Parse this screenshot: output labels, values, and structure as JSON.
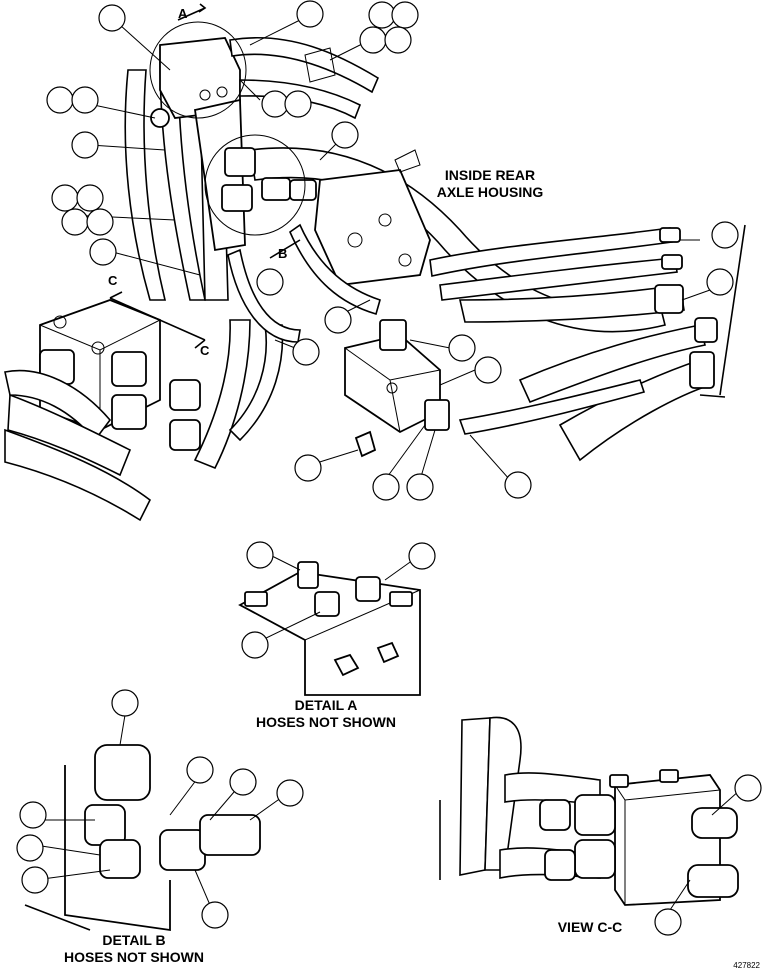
{
  "labels": {
    "inside_rear": "INSIDE REAR",
    "axle_housing": "AXLE HOUSING",
    "detail_a": "DETAIL A",
    "detail_a_note": "HOSES NOT SHOWN",
    "detail_b": "DETAIL B",
    "detail_b_note": "HOSES NOT SHOWN",
    "view_cc": "VIEW C-C",
    "view_a": "A",
    "view_b": "B",
    "section_c_left": "C",
    "section_c_right": "C",
    "part_number": "427822"
  }
}
